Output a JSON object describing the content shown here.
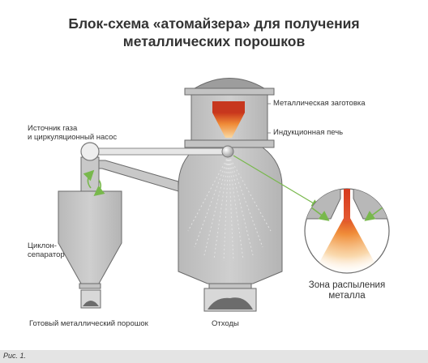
{
  "title": {
    "line1": "Блок-схема «атомайзера» для получения",
    "line2": "металлических порошков"
  },
  "labels": {
    "gas_source_line1": "Источник газа",
    "gas_source_line2": "и циркуляционный насос",
    "cyclone_line1": "Циклон-",
    "cyclone_line2": "сепаратор",
    "powder": "Готовый металлический порошок",
    "waste": "Отходы",
    "billet": "Металлическая заготовка",
    "furnace": "Индукционная печь",
    "spray_zone_line1": "Зона распыления",
    "spray_zone_line2": "металла"
  },
  "caption": "Рис. 1.",
  "colors": {
    "body_fill": "#c8c8c8",
    "body_stroke": "#6a6a6a",
    "melt_hot": "#d23a1e",
    "melt_warm": "#f0923a",
    "melt_cool": "#f7c88a",
    "arrow_green": "#78b84c",
    "background": "#ffffff"
  }
}
